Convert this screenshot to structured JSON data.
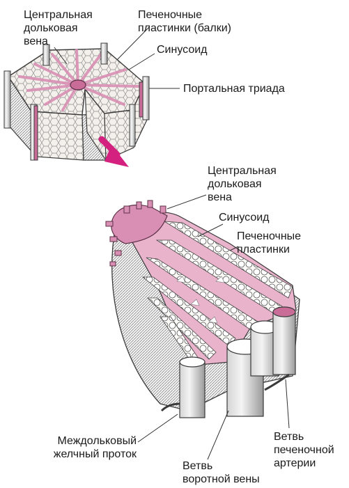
{
  "labels": {
    "top_central_vein": [
      "Центральная",
      "дольковая",
      "вена"
    ],
    "top_hepatic_plates": [
      "Печеночные",
      "пластинки (балки)"
    ],
    "top_sinusoid": "Синусоид",
    "top_portal_triad": "Портальная триада",
    "bottom_central_vein": [
      "Центральная",
      "дольковая",
      "вена"
    ],
    "bottom_sinusoid": "Синусоид",
    "bottom_hepatic_plates": [
      "Печеночные",
      "пластинки"
    ],
    "bile_duct": [
      "Междольковый",
      "желчный проток"
    ],
    "portal_vein_branch": [
      "Ветвь",
      "воротной вены"
    ],
    "hepatic_artery_branch": [
      "Ветвь",
      "печеночной",
      "артерии"
    ]
  },
  "colors": {
    "sinusoid_pink": "#d98fb4",
    "vessel_pink": "#c96d98",
    "arrow_magenta": "#d4217f",
    "cell_fill": "#f4f1ec",
    "tissue_gray": "#8d8d8d",
    "outline": "#3a3a3a"
  }
}
